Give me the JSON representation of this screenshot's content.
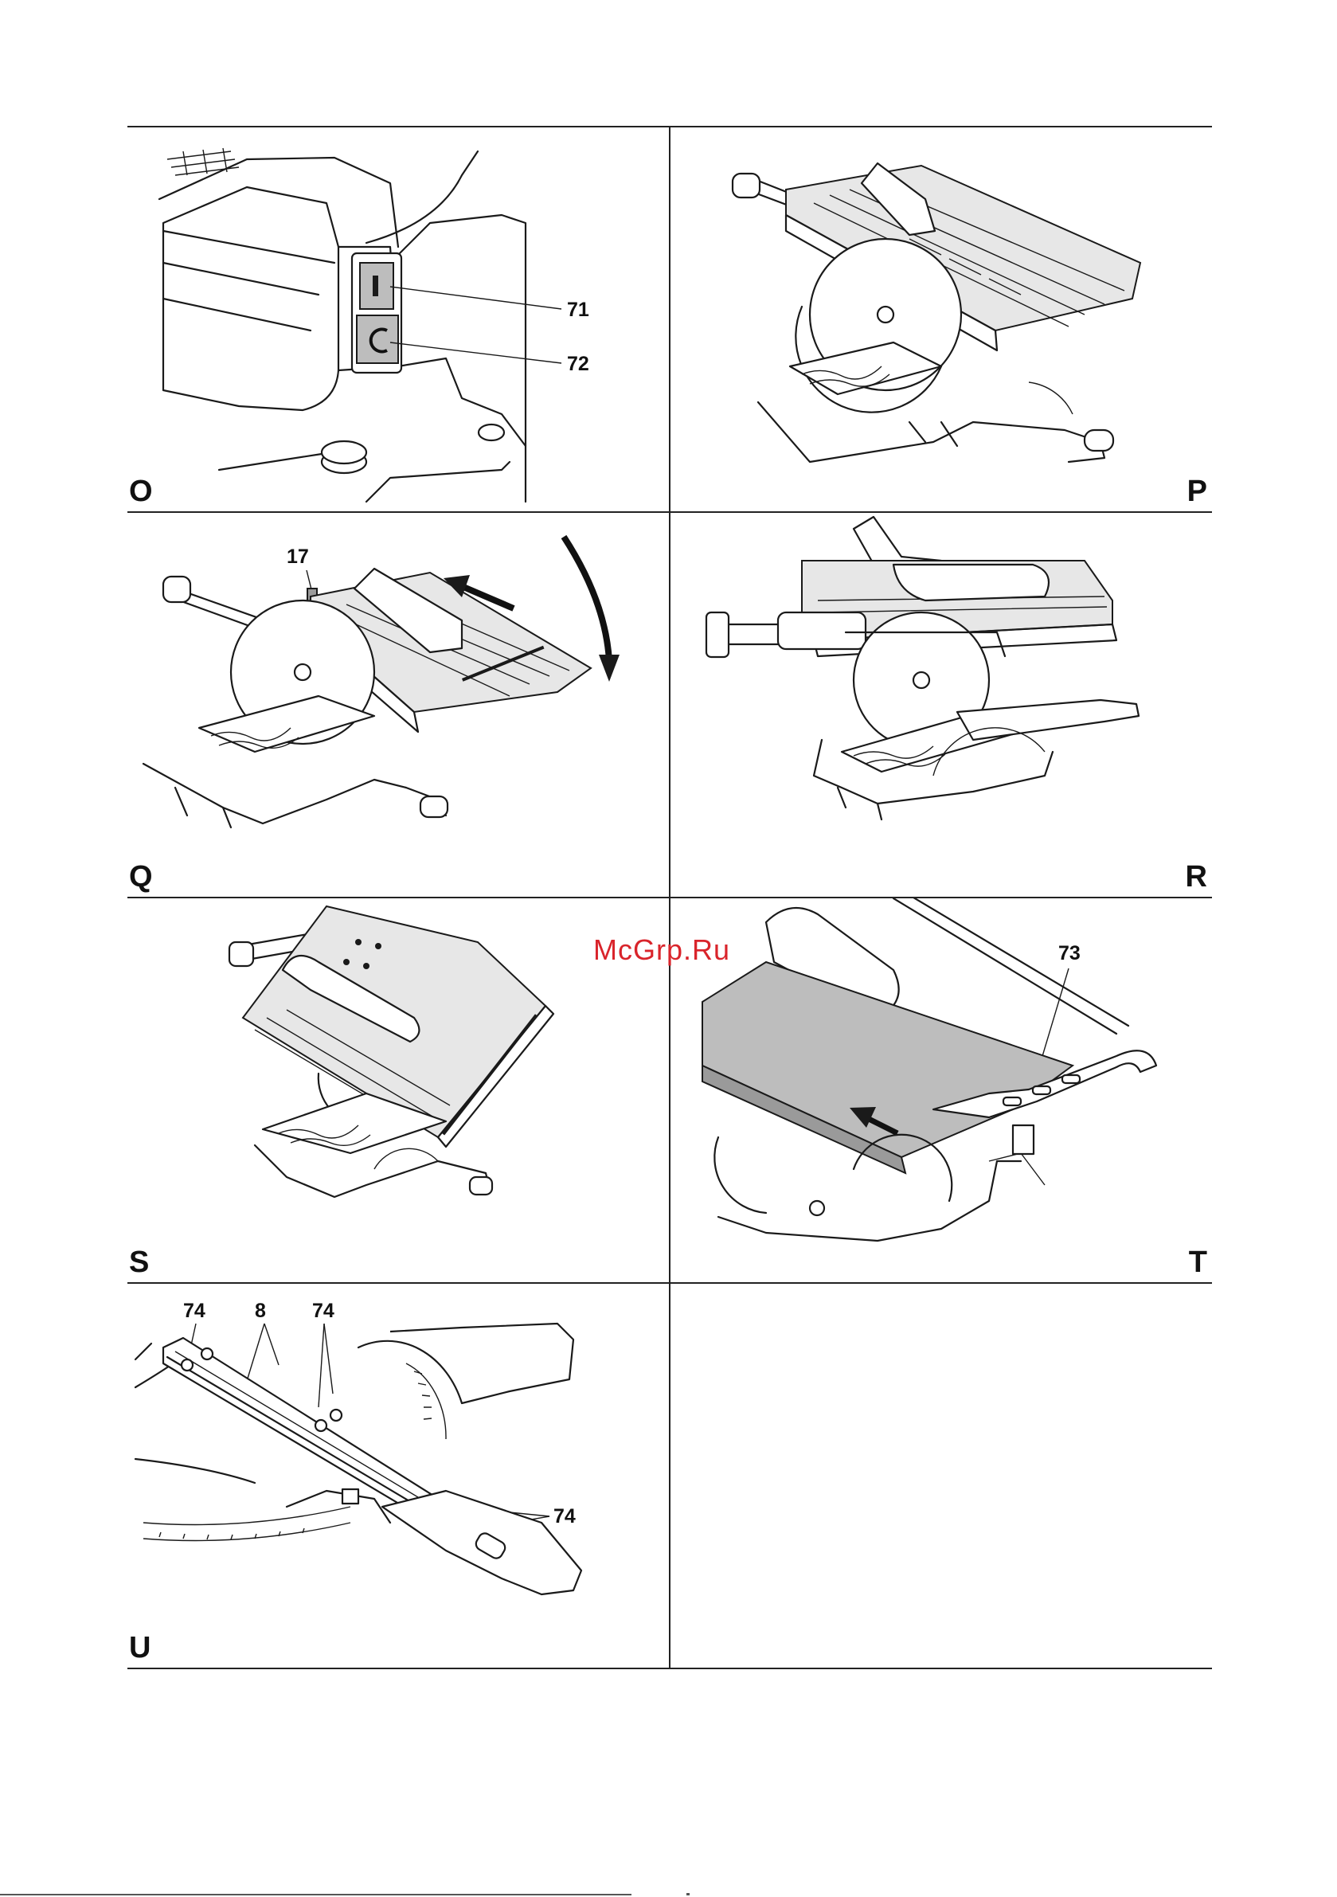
{
  "watermark": "McGrp.Ru",
  "figures": [
    {
      "letter": "O",
      "callouts": [
        "71",
        "72"
      ],
      "icon": "figure-switch-closeup"
    },
    {
      "letter": "P",
      "callouts": [],
      "icon": "figure-saw-table-mode"
    },
    {
      "letter": "Q",
      "callouts": [
        "17"
      ],
      "icon": "figure-table-rotation"
    },
    {
      "letter": "R",
      "callouts": [],
      "icon": "figure-saw-side-view"
    },
    {
      "letter": "S",
      "callouts": [],
      "icon": "figure-table-tilted"
    },
    {
      "letter": "T",
      "callouts": [
        "73"
      ],
      "icon": "figure-push-stick"
    },
    {
      "letter": "U",
      "callouts": [
        "74",
        "8",
        "74",
        "74"
      ],
      "icon": "figure-fence-screws"
    }
  ]
}
